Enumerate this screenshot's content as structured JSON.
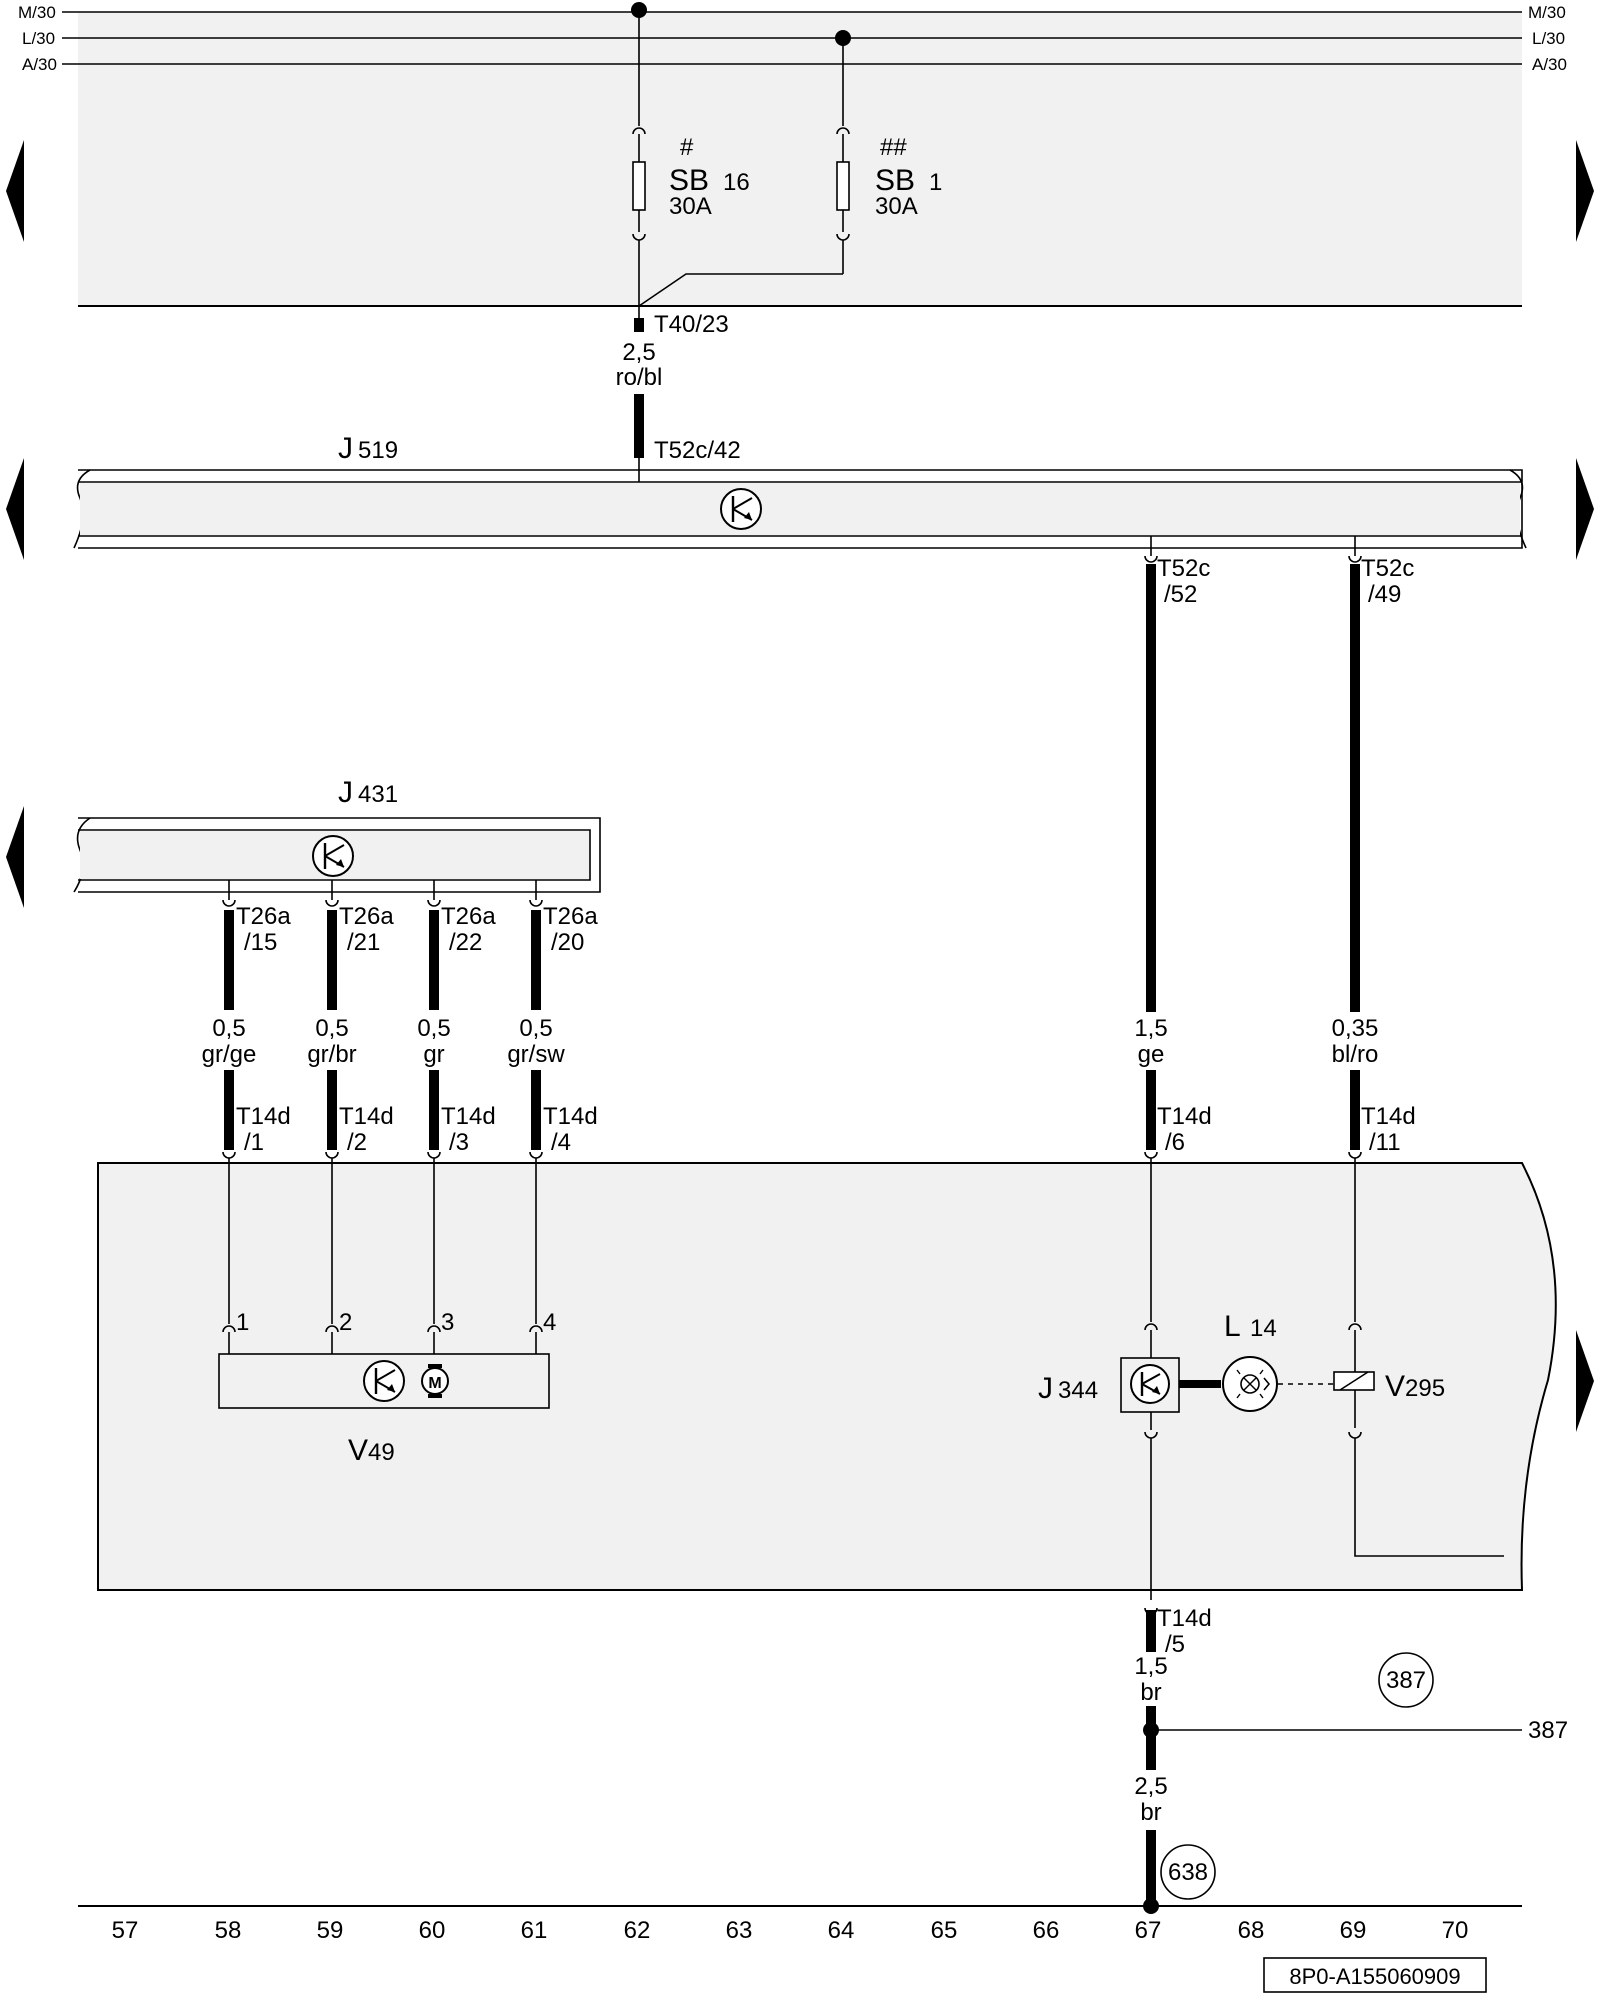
{
  "rails": {
    "left": [
      "M/30",
      "L/30",
      "A/30"
    ],
    "right": [
      "M/30",
      "L/30",
      "A/30"
    ]
  },
  "fuses": [
    {
      "mark": "#",
      "name": "SB",
      "number": "16",
      "rating": "30A"
    },
    {
      "mark": "##",
      "name": "SB",
      "number": "1",
      "rating": "30A"
    }
  ],
  "connectors": {
    "t40_23": "T40/23",
    "t52c_42": "T52c/42",
    "t52c_52": [
      "T52c",
      "/52"
    ],
    "t52c_49": [
      "T52c",
      "/49"
    ],
    "t26a": [
      [
        "T26a",
        "/15"
      ],
      [
        "T26a",
        "/21"
      ],
      [
        "T26a",
        "/22"
      ],
      [
        "T26a",
        "/20"
      ]
    ],
    "t14d_bottom": [
      [
        "T14d",
        "/1"
      ],
      [
        "T14d",
        "/2"
      ],
      [
        "T14d",
        "/3"
      ],
      [
        "T14d",
        "/4"
      ],
      [
        "T14d",
        "/6"
      ],
      [
        "T14d",
        "/11"
      ]
    ],
    "t14d_5": [
      "T14d",
      "/5"
    ]
  },
  "wires": {
    "supply": [
      "2,5",
      "ro/bl"
    ],
    "j431_wires": [
      [
        "0,5",
        "gr/ge"
      ],
      [
        "0,5",
        "gr/br"
      ],
      [
        "0,5",
        "gr"
      ],
      [
        "0,5",
        "gr/sw"
      ]
    ],
    "j519_ge": [
      "1,5",
      "ge"
    ],
    "j519_blro": [
      "0,35",
      "bl/ro"
    ],
    "ground_upper": [
      "1,5",
      "br"
    ],
    "ground_lower": [
      "2,5",
      "br"
    ]
  },
  "components": {
    "j519": {
      "letter": "J",
      "number": "519"
    },
    "j431": {
      "letter": "J",
      "number": "431"
    },
    "v49": {
      "letter": "V",
      "number": "49"
    },
    "j344": {
      "letter": "J",
      "number": "344"
    },
    "l14": {
      "letter": "L",
      "number": "14"
    },
    "v295": {
      "letter": "V",
      "number": "295"
    },
    "motor_symbol": "M",
    "pins": [
      "1",
      "2",
      "3",
      "4"
    ]
  },
  "references": {
    "circle_387": "387",
    "line_387": "387",
    "ground_638": "638"
  },
  "track_numbers": [
    "57",
    "58",
    "59",
    "60",
    "61",
    "62",
    "63",
    "64",
    "65",
    "66",
    "67",
    "68",
    "69",
    "70"
  ],
  "footer_code": "8P0-A155060909",
  "colors": {
    "line": "#000000",
    "panel_fill": "#f1f1f1",
    "background": "#ffffff"
  }
}
